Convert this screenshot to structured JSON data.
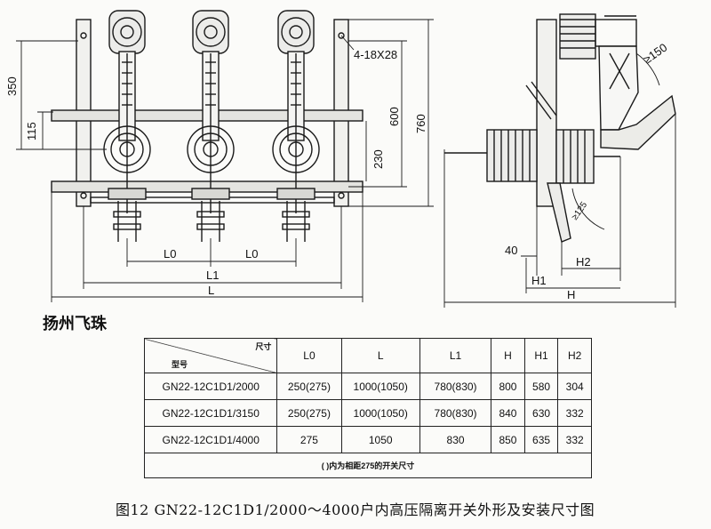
{
  "brand": "扬州飞珠",
  "front_view": {
    "dims": {
      "height_350": "350",
      "height_115": "115",
      "height_600": "600",
      "height_760": "760",
      "height_230": "230",
      "holes": "4-18X28",
      "l0_left": "L0",
      "l0_right": "L0",
      "l1": "L1",
      "l": "L"
    }
  },
  "side_view": {
    "dims": {
      "angle_150": "≥150",
      "angle_125": "≥125",
      "d40": "40",
      "h2": "H2",
      "h1": "H1",
      "h": "H"
    }
  },
  "table": {
    "header_top_right": "尺寸",
    "header_bottom_left": "型号",
    "columns": [
      "L0",
      "L",
      "L1",
      "H",
      "H1",
      "H2"
    ],
    "rows": [
      {
        "model": "GN22-12C1D1/2000",
        "cells": [
          "250(275)",
          "1000(1050)",
          "780(830)",
          "800",
          "580",
          "304"
        ]
      },
      {
        "model": "GN22-12C1D1/3150",
        "cells": [
          "250(275)",
          "1000(1050)",
          "780(830)",
          "840",
          "630",
          "332"
        ]
      },
      {
        "model": "GN22-12C1D1/4000",
        "cells": [
          "275",
          "1050",
          "830",
          "850",
          "635",
          "332"
        ]
      }
    ],
    "footnote": "(  )内为相距275的开关尺寸"
  },
  "caption": "图12  GN22-12C1D1/2000～4000户内高压隔离开关外形及安装尺寸图"
}
